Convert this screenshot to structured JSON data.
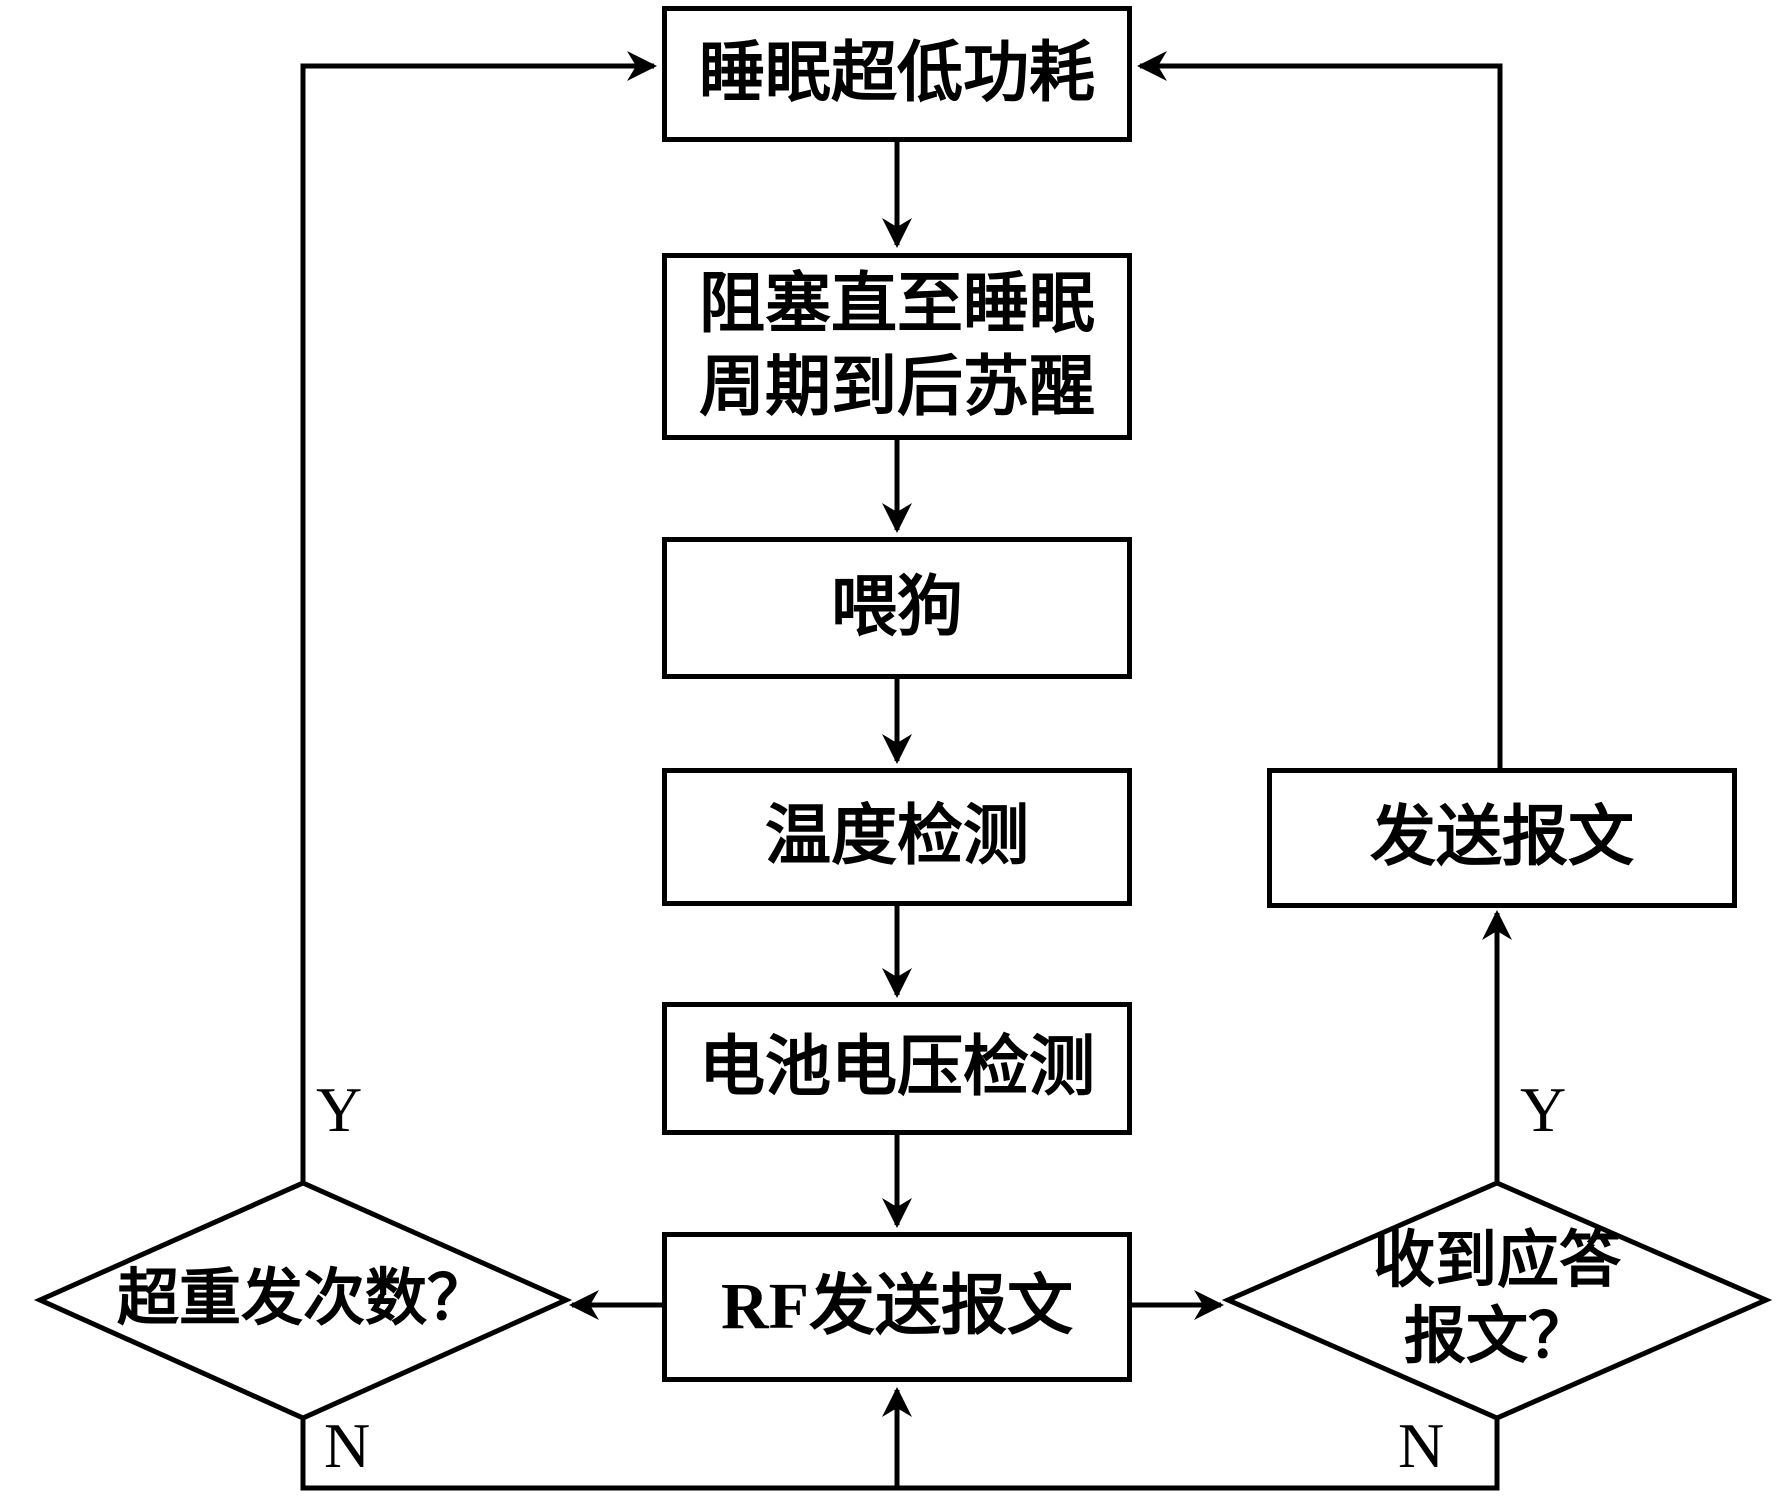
{
  "diagram": {
    "background_color": "#ffffff",
    "line_color": "#000000",
    "nodes": {
      "sleep_low_power": "睡眠超低功耗",
      "block_until_wake_line1": "阻塞直至睡眠",
      "block_until_wake_line2": "周期到后苏醒",
      "feed_watchdog": "喂狗",
      "temperature_check": "温度检测",
      "battery_voltage_check": "电池电压检测",
      "rf_send_message": "RF发送报文",
      "send_message": "发送报文",
      "retry_count_exceeded": "超重发次数？",
      "ack_received_line1": "收到应答",
      "ack_received_line2": "报文？"
    },
    "edge_labels": {
      "left_yes": "Y",
      "left_no": "N",
      "right_yes": "Y",
      "right_no": "N"
    }
  }
}
